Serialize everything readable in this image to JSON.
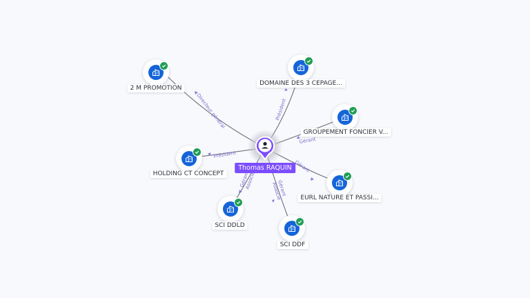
{
  "center": {
    "name": "Thomas RAQUIN",
    "icon": "person-icon",
    "color": "#7c4dff"
  },
  "companies": [
    {
      "key": "2m-promotion",
      "name": "2 M PROMOTION",
      "icon": "company-building-icon",
      "status_icon": "check-badge-icon"
    },
    {
      "key": "domaine-3-cepages",
      "name": "DOMAINE DES 3 CEPAGE...",
      "icon": "company-building-icon",
      "status_icon": "check-badge-icon"
    },
    {
      "key": "groupement-foncier",
      "name": "GROUPEMENT FONCIER V...",
      "icon": "company-building-icon",
      "status_icon": "check-badge-icon"
    },
    {
      "key": "holding-ct-concept",
      "name": "HOLDING CT CONCEPT",
      "icon": "company-building-icon",
      "status_icon": "check-badge-icon"
    },
    {
      "key": "eurl-nature-passion",
      "name": "EURL NATURE ET PASSI...",
      "icon": "company-building-icon",
      "status_icon": "check-badge-icon"
    },
    {
      "key": "sci-ddld",
      "name": "SCI DDLD",
      "icon": "company-building-icon",
      "status_icon": "check-badge-icon"
    },
    {
      "key": "sci-ddf",
      "name": "SCI DDF",
      "icon": "company-building-icon",
      "status_icon": "check-badge-icon"
    }
  ],
  "relations": {
    "2m-promotion": [
      "Directeur général"
    ],
    "domaine-3-cepages": [
      "Président"
    ],
    "groupement-foncier": [
      "Gérant"
    ],
    "holding-ct-concept": [
      "Président"
    ],
    "eurl-nature-passion": [
      "Gérant"
    ],
    "sci-ddld": [
      "Gérant",
      "Associé"
    ],
    "sci-ddf": [
      "Gérant",
      "Associé"
    ]
  },
  "colors": {
    "company": "#1565d8",
    "verified": "#1f9d55",
    "relation_text": "#7b6fd0",
    "background": "#f8f9fc"
  }
}
